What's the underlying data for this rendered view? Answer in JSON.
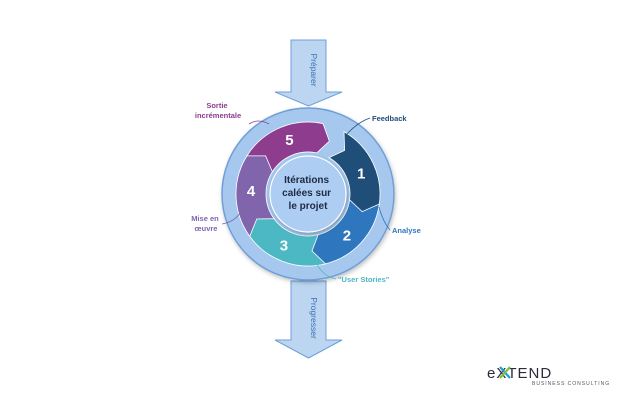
{
  "top_arrow": {
    "label": "Préparer"
  },
  "bottom_arrow": {
    "label": "Progresser"
  },
  "center": {
    "lines": [
      "Itérations",
      "calées sur",
      "le projet"
    ]
  },
  "steps": [
    {
      "number": "1",
      "label_lines": [
        "Feedback"
      ],
      "color": "#1f4e79"
    },
    {
      "number": "2",
      "label_lines": [
        "Analyse"
      ],
      "color": "#2e77bf"
    },
    {
      "number": "3",
      "label_lines": [
        "\"User Stories\""
      ],
      "color": "#4cb8c4"
    },
    {
      "number": "4",
      "label_lines": [
        "Mise en",
        "œuvre"
      ],
      "color": "#8065ad"
    },
    {
      "number": "5",
      "label_lines": [
        "Sortie",
        "incrémentale"
      ],
      "color": "#8d3c8e"
    }
  ],
  "logo": {
    "name": "eXTEND",
    "tagline": "BUSINESS CONSULTING"
  },
  "colors": {
    "arrow_fill": "#bcd6f2",
    "arrow_stroke": "#6f9fd8",
    "ring_fill": "#a6c8ee",
    "core_fill": "#aecdf2"
  }
}
